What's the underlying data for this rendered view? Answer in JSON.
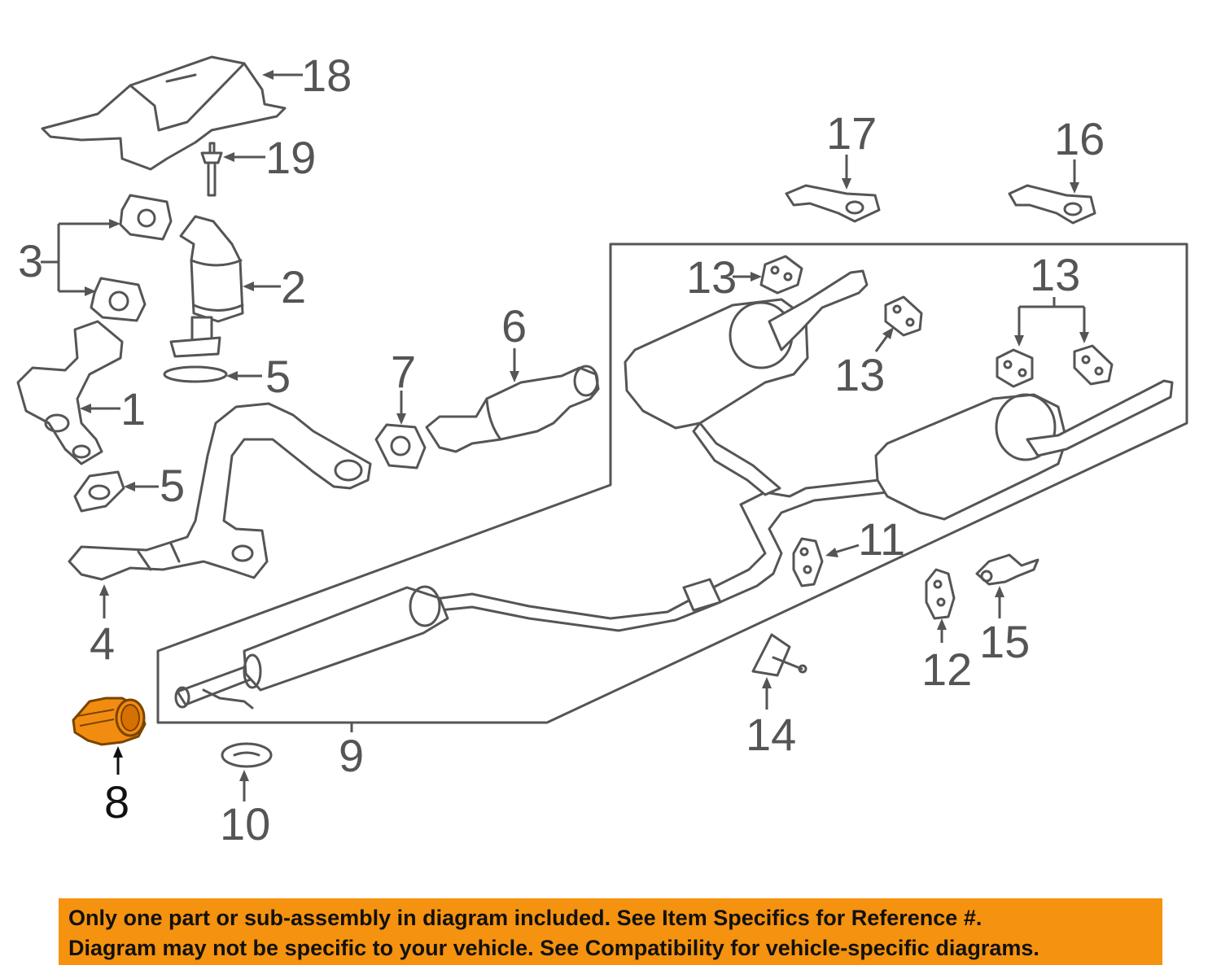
{
  "callouts": [
    {
      "id": "1",
      "label": "1"
    },
    {
      "id": "2",
      "label": "2"
    },
    {
      "id": "3",
      "label": "3"
    },
    {
      "id": "4",
      "label": "4"
    },
    {
      "id": "5a",
      "label": "5"
    },
    {
      "id": "5b",
      "label": "5"
    },
    {
      "id": "6",
      "label": "6"
    },
    {
      "id": "7",
      "label": "7"
    },
    {
      "id": "8",
      "label": "8",
      "highlighted": true
    },
    {
      "id": "9",
      "label": "9"
    },
    {
      "id": "10",
      "label": "10"
    },
    {
      "id": "11",
      "label": "11"
    },
    {
      "id": "12",
      "label": "12"
    },
    {
      "id": "13a",
      "label": "13"
    },
    {
      "id": "13b",
      "label": "13"
    },
    {
      "id": "13c",
      "label": "13"
    },
    {
      "id": "14",
      "label": "14"
    },
    {
      "id": "15",
      "label": "15"
    },
    {
      "id": "16",
      "label": "16"
    },
    {
      "id": "17",
      "label": "17"
    },
    {
      "id": "18",
      "label": "18"
    },
    {
      "id": "19",
      "label": "19"
    }
  ],
  "colors": {
    "highlight": "#f28c10",
    "banner": "#f5920f",
    "line_art": "#555555"
  },
  "notice": {
    "line1": "Only one part or sub-assembly in diagram included. See Item Specifics for Reference #.",
    "line2": "Diagram may not be specific to your vehicle. See Compatibility for vehicle-specific diagrams."
  }
}
